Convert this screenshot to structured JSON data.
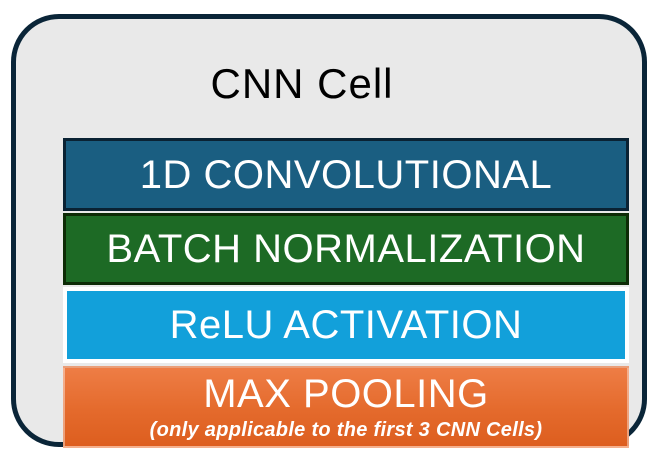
{
  "diagram": {
    "title": "CNN Cell",
    "layers": [
      {
        "id": "conv",
        "label": "1D CONVOLUTIONAL",
        "fill": "#1a5e81",
        "border": "#0a2233"
      },
      {
        "id": "batchnorm",
        "label": "BATCH NORMALIZATION",
        "fill": "#1d6a25",
        "border": "#0d2b06"
      },
      {
        "id": "relu",
        "label": "ReLU ACTIVATION",
        "fill": "#12a0da",
        "border": "#ffffff"
      },
      {
        "id": "maxpool",
        "label": "MAX POOLING",
        "note": "(only applicable to the first 3 CNN Cells)",
        "fill_top": "#ee7d45",
        "fill_bottom": "#dd5e1f",
        "border": "rgba(255,255,255,0.4)"
      }
    ],
    "container": {
      "background": "#e9e9e9",
      "border_color": "#0a2538",
      "text_color": "#000000",
      "layer_text_color": "#ffffff"
    }
  }
}
